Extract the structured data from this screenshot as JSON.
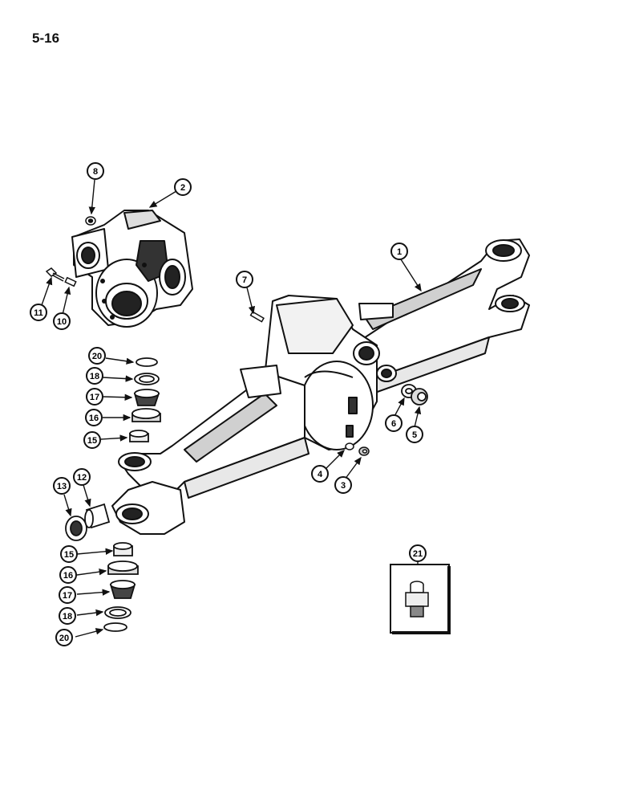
{
  "page_number": "5-16",
  "callouts": {
    "c1": "1",
    "c2": "2",
    "c3": "3",
    "c4": "4",
    "c5": "5",
    "c6": "6",
    "c7": "7",
    "c8": "8",
    "c10": "10",
    "c11": "11",
    "c12": "12",
    "c13": "13",
    "c15a": "15",
    "c16a": "16",
    "c17a": "17",
    "c18a": "18",
    "c20a": "20",
    "c15b": "15",
    "c16b": "16",
    "c17b": "17",
    "c18b": "18",
    "c20b": "20",
    "c21": "21"
  },
  "colors": {
    "ink": "#111111",
    "paper": "#ffffff",
    "shade": "#2a2a2a"
  }
}
